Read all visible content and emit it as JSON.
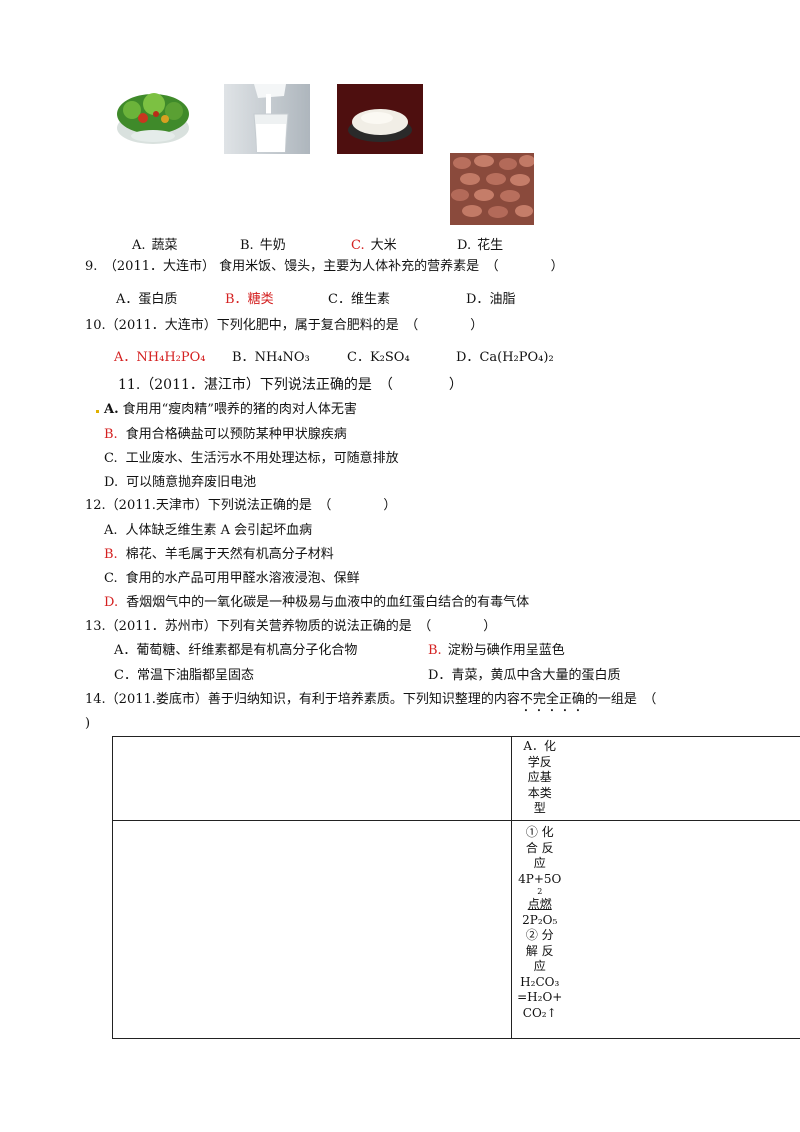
{
  "q8": {
    "options": [
      {
        "letter": "A.",
        "text": "蔬菜"
      },
      {
        "letter": "B.",
        "text": "牛奶"
      },
      {
        "letter": "C.",
        "text": "大米"
      },
      {
        "letter": "D.",
        "text": "花生"
      }
    ]
  },
  "q9": {
    "stem": "9.　（2011．大连市） 食用米饭、馒头，主要为人体补充的营养素是　（　　　　）",
    "options": [
      {
        "letter": "A．",
        "text": "蛋白质"
      },
      {
        "letter": "B．",
        "text": "糖类"
      },
      {
        "letter": "C．",
        "text": "维生素"
      },
      {
        "letter": "D．",
        "text": "油脂"
      }
    ]
  },
  "q10": {
    "stem": "10.（2011．大连市）下列化肥中，属于复合肥料的是　（　　　　）",
    "options": [
      {
        "letter": "A．",
        "text": "NH₄H₂PO₄"
      },
      {
        "letter": "B．",
        "text": "NH₄NO₃"
      },
      {
        "letter": "C．",
        "text": "K₂SO₄"
      },
      {
        "letter": "D．",
        "text": "Ca(H₂PO₄)₂"
      }
    ]
  },
  "q11": {
    "stem": "11.（2011．湛江市）下列说法正确的是　（　　　　）",
    "options": [
      {
        "letter": "A.",
        "text": "食用用“瘦肉精”喂养的猪的肉对人体无害"
      },
      {
        "letter": "B.",
        "text": "食用合格碘盐可以预防某种甲状腺疾病"
      },
      {
        "letter": "C.",
        "text": "工业废水、生活污水不用处理达标，可随意排放"
      },
      {
        "letter": "D.",
        "text": "可以随意抛弃废旧电池"
      }
    ]
  },
  "q12": {
    "stem": "12.（2011.天津市）下列说法正确的是　（　　　　）",
    "options": [
      {
        "letter": "A.",
        "text": "人体缺乏维生素 A 会引起坏血病"
      },
      {
        "letter": "B.",
        "text": "棉花、羊毛属于天然有机高分子材料"
      },
      {
        "letter": "C.",
        "text": "食用的水产品可用甲醛水溶液浸泡、保鲜"
      },
      {
        "letter": "D.",
        "text": "香烟烟气中的一氧化碳是一种极易与血液中的血红蛋白结合的有毒气体"
      }
    ]
  },
  "q13": {
    "stem": "13.（2011．苏州市）下列有关营养物质的说法正确的是　（　　　　）",
    "options": [
      {
        "letter": "A．",
        "text": "葡萄糖、纤维素都是有机高分子化合物"
      },
      {
        "letter": "B.",
        "text": "淀粉与碘作用呈蓝色"
      },
      {
        "letter": "C．",
        "text": "常温下油脂都呈固态"
      },
      {
        "letter": "D．",
        "text": "青菜，黄瓜中含大量的蛋白质"
      }
    ]
  },
  "q14": {
    "stem_pre": "14.（2011.娄底市）善于归纳知识，有利于培养素质。下列知识整理的内容",
    "stem_dotted": "不完全正确",
    "stem_post": "的一组是　（",
    "stem_close": ")"
  },
  "table": {
    "header": [
      "A．化",
      "学反",
      "应基",
      "本类",
      "型"
    ],
    "body": [
      "① 化",
      "合 反",
      "应",
      "4P+5O",
      "2",
      "点燃",
      "2P₂O₅",
      "② 分",
      "解 反",
      "应",
      "H₂CO₃",
      "=H₂O+",
      "CO₂↑"
    ]
  },
  "colors": {
    "answer": "#d42020",
    "text": "#111111"
  }
}
